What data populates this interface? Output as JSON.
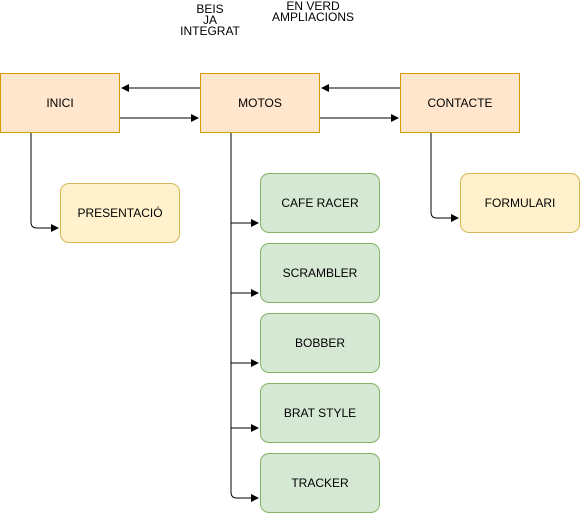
{
  "notes": {
    "integrated": [
      "BEIS",
      "JA",
      "INTEGRAT"
    ],
    "extensions": [
      "EN VERD",
      "AMPLIACIONS"
    ]
  },
  "nodes": {
    "inici": "INICI",
    "motos": "MOTOS",
    "contacte": "CONTACTE",
    "presentacio": "PRESENTACIÓ",
    "formulari": "FORMULARI",
    "cafe_racer": "CAFE RACER",
    "scrambler": "SCRAMBLER",
    "bobber": "BOBBER",
    "brat_style": "BRAT STYLE",
    "tracker": "TRACKER"
  },
  "colors": {
    "top_fill": "#ffe6cc",
    "top_stroke": "#d79b00",
    "sub_fill": "#fff2cc",
    "sub_stroke": "#d6b656",
    "ext_fill": "#d5e8d4",
    "ext_stroke": "#82b366"
  }
}
